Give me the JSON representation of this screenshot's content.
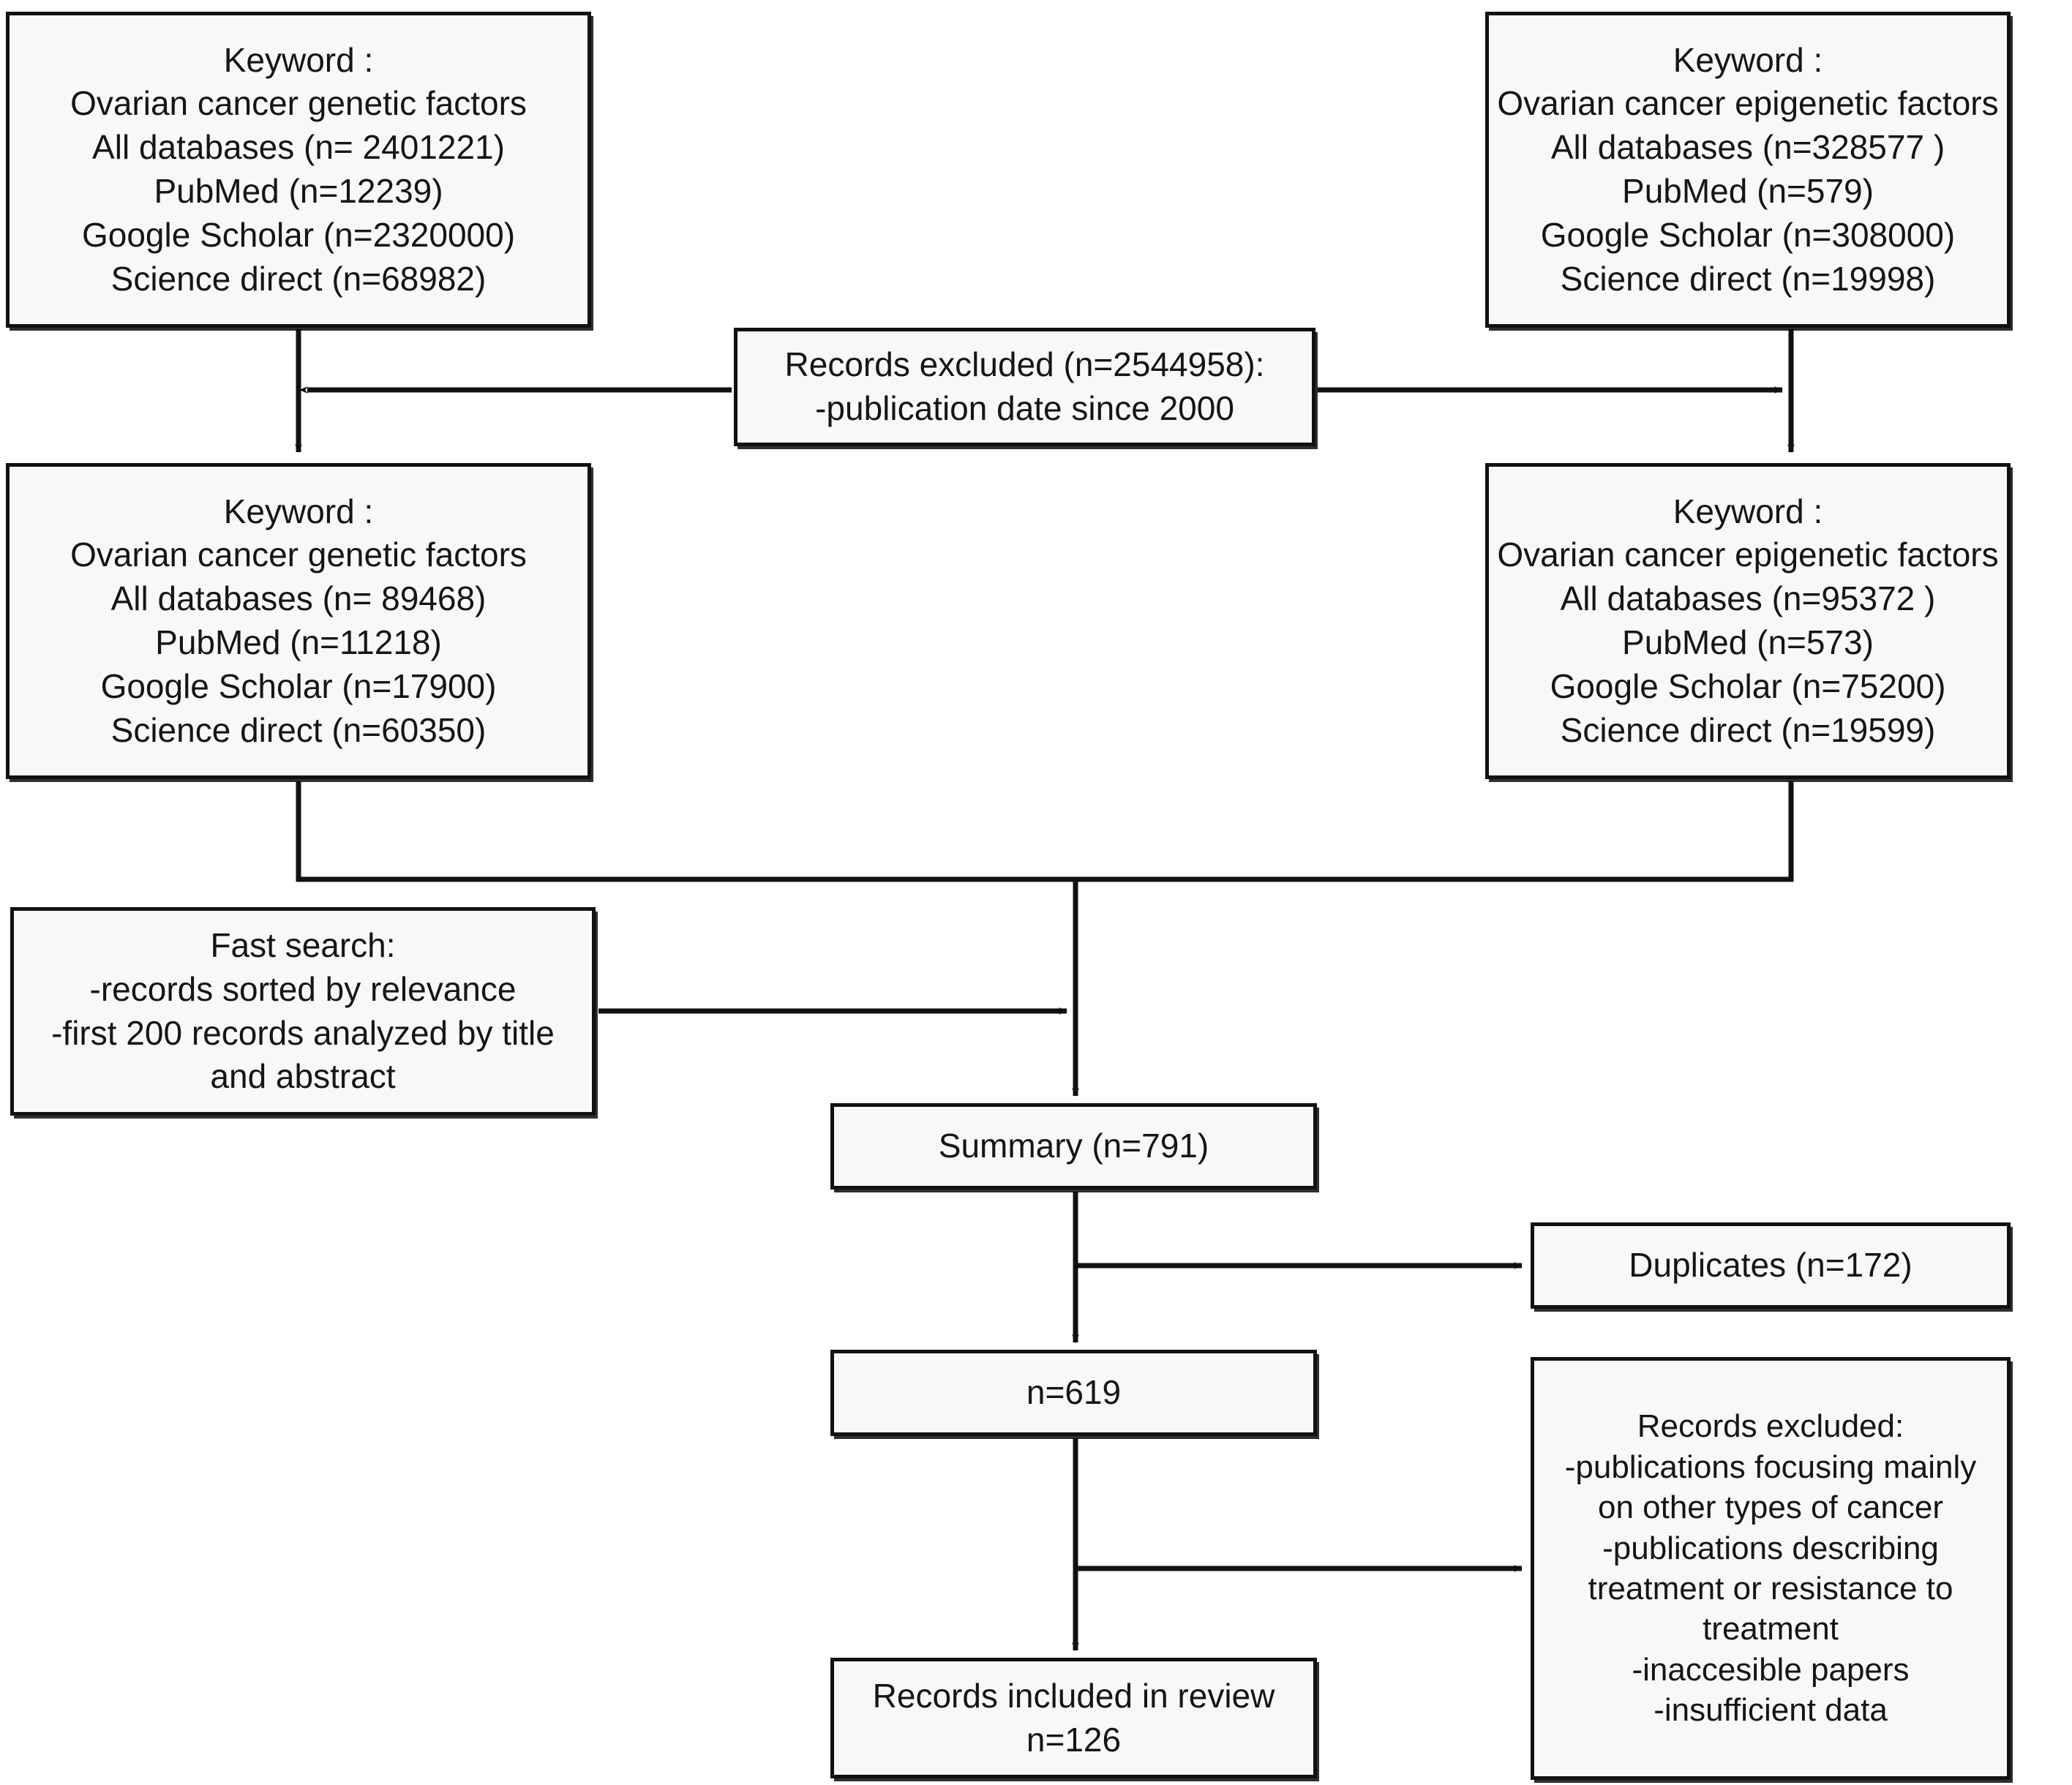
{
  "diagram": {
    "type": "prisma-flow-diagram",
    "title": "",
    "colors": {
      "box_fill": "#f8f8f6",
      "box_border": "#111111",
      "text": "#151515",
      "background": "#ffffff"
    }
  },
  "chart_data": {
    "type": "table",
    "title": "",
    "nodes": [
      {
        "id": "genetic-initial",
        "lines": [
          "Keyword :",
          "Ovarian cancer genetic factors",
          "All databases (n= 2401221)",
          "PubMed (n=12239)",
          "Google Scholar (n=2320000)",
          "Science direct (n=68982)"
        ],
        "values": {
          "all_databases": 2401221,
          "pubmed": 12239,
          "google_scholar": 2320000,
          "science_direct": 68982
        }
      },
      {
        "id": "epigenetic-initial",
        "lines": [
          "Keyword :",
          "Ovarian cancer epigenetic factors",
          "All databases (n=328577 )",
          "PubMed (n=579)",
          "Google Scholar (n=308000)",
          "Science direct (n=19998)"
        ],
        "values": {
          "all_databases": 328577,
          "pubmed": 579,
          "google_scholar": 308000,
          "science_direct": 19998
        }
      },
      {
        "id": "records-excluded-date",
        "lines": [
          "Records excluded (n=2544958):",
          "-publication date since 2000"
        ],
        "values": {
          "excluded": 2544958
        }
      },
      {
        "id": "genetic-filtered",
        "lines": [
          "Keyword :",
          "Ovarian cancer genetic factors",
          "All databases (n= 89468)",
          "PubMed (n=11218)",
          "Google Scholar (n=17900)",
          "Science direct (n=60350)"
        ],
        "values": {
          "all_databases": 89468,
          "pubmed": 11218,
          "google_scholar": 17900,
          "science_direct": 60350
        }
      },
      {
        "id": "epigenetic-filtered",
        "lines": [
          "Keyword :",
          "Ovarian cancer epigenetic factors",
          "All databases (n=95372 )",
          "PubMed (n=573)",
          "Google Scholar (n=75200)",
          "Science direct (n=19599)"
        ],
        "values": {
          "all_databases": 95372,
          "pubmed": 573,
          "google_scholar": 75200,
          "science_direct": 19599
        }
      },
      {
        "id": "fast-search",
        "lines": [
          "Fast search:",
          "-records sorted by relevance",
          "-first 200 records analyzed by title",
          "and abstract"
        ],
        "values": {
          "records_analyzed": 200
        }
      },
      {
        "id": "summary",
        "lines": [
          "Summary (n=791)"
        ],
        "values": {
          "n": 791
        }
      },
      {
        "id": "duplicates",
        "lines": [
          "Duplicates (n=172)"
        ],
        "values": {
          "n": 172
        }
      },
      {
        "id": "n619",
        "lines": [
          "n=619"
        ],
        "values": {
          "n": 619
        }
      },
      {
        "id": "records-excluded-list",
        "lines": [
          "Records excluded:",
          "-publications focusing mainly",
          "on other types of cancer",
          "-publications describing",
          "treatment or resistance to",
          "treatment",
          "-inaccesible papers",
          "-insufficient data"
        ],
        "values": {}
      },
      {
        "id": "records-included",
        "lines": [
          "Records included in review",
          "n=126"
        ],
        "values": {
          "n": 126
        }
      }
    ]
  },
  "boxes": {
    "genetic_initial": {
      "l0": "Keyword :",
      "l1": "Ovarian cancer genetic factors",
      "l2": "All databases (n= 2401221)",
      "l3": "PubMed (n=12239)",
      "l4": "Google Scholar (n=2320000)",
      "l5": "Science direct (n=68982)"
    },
    "epigenetic_initial": {
      "l0": "Keyword :",
      "l1": "Ovarian cancer epigenetic factors",
      "l2": "All databases (n=328577 )",
      "l3": "PubMed (n=579)",
      "l4": "Google Scholar (n=308000)",
      "l5": "Science direct (n=19998)"
    },
    "records_excluded_date": {
      "l0": "Records excluded (n=2544958):",
      "l1": "-publication date since 2000"
    },
    "genetic_filtered": {
      "l0": "Keyword :",
      "l1": "Ovarian cancer genetic factors",
      "l2": "All databases (n= 89468)",
      "l3": "PubMed (n=11218)",
      "l4": "Google Scholar (n=17900)",
      "l5": "Science direct (n=60350)"
    },
    "epigenetic_filtered": {
      "l0": "Keyword :",
      "l1": "Ovarian cancer epigenetic factors",
      "l2": "All databases (n=95372 )",
      "l3": "PubMed (n=573)",
      "l4": "Google Scholar (n=75200)",
      "l5": "Science direct (n=19599)"
    },
    "fast_search": {
      "l0": "Fast search:",
      "l1": "-records sorted by relevance",
      "l2": "-first 200 records analyzed by title",
      "l3": "and abstract"
    },
    "summary": {
      "l0": "Summary (n=791)"
    },
    "duplicates": {
      "l0": "Duplicates (n=172)"
    },
    "n619": {
      "l0": "n=619"
    },
    "records_excluded_list": {
      "l0": "Records excluded:",
      "l1": "-publications focusing mainly",
      "l2": "on other types of cancer",
      "l3": "-publications describing",
      "l4": "treatment or resistance to",
      "l5": "treatment",
      "l6": "-inaccesible papers",
      "l7": "-insufficient data"
    },
    "records_included": {
      "l0": "Records included in review",
      "l1": "n=126"
    }
  }
}
